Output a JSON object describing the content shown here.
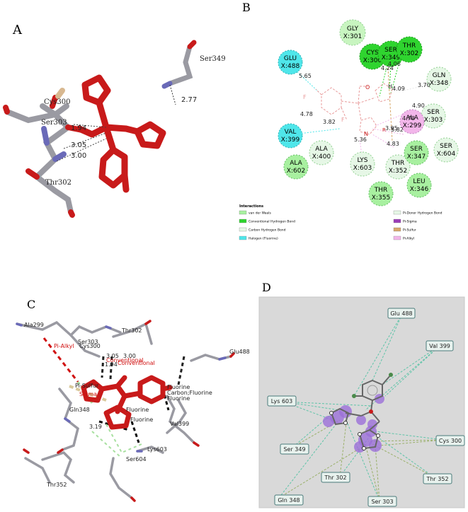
{
  "panels": {
    "a": {
      "letter": "A",
      "labels": {
        "ser349": "Ser349",
        "cys300": "Cys300",
        "ser303": "Ser303",
        "thr302": "Thr302"
      },
      "distances": [
        "2.77",
        "1.94",
        "3.05",
        "3.00"
      ]
    },
    "b": {
      "letter": "B",
      "residues": [
        {
          "name": "GLY",
          "num": "X:301",
          "type": "vdw"
        },
        {
          "name": "CYS",
          "num": "X:300",
          "type": "hbond"
        },
        {
          "name": "SER",
          "num": "X:349",
          "type": "hbond"
        },
        {
          "name": "THR",
          "num": "X:302",
          "type": "hbond"
        },
        {
          "name": "GLU",
          "num": "X:488",
          "type": "halogen"
        },
        {
          "name": "GLN",
          "num": "X:348",
          "type": "vdw"
        },
        {
          "name": "SER",
          "num": "X:303",
          "type": "vdw"
        },
        {
          "name": "VAL",
          "num": "X:399",
          "type": "halogen"
        },
        {
          "name": "ALA",
          "num": "X:400",
          "type": "vdw"
        },
        {
          "name": "ALA",
          "num": "X:602",
          "type": "hbond"
        },
        {
          "name": "LYS",
          "num": "X:603",
          "type": "vdw"
        },
        {
          "name": "THR",
          "num": "X:352",
          "type": "vdw"
        },
        {
          "name": "ALA",
          "num": "X:299",
          "type": "pialkyl"
        },
        {
          "name": "SER",
          "num": "X:347",
          "type": "hbond"
        },
        {
          "name": "SER",
          "num": "X:604",
          "type": "vdw"
        },
        {
          "name": "THR",
          "num": "X:355",
          "type": "hbond"
        },
        {
          "name": "LEU",
          "num": "X:346",
          "type": "hbond"
        }
      ],
      "distances": [
        "4.24",
        "4.06",
        "5.65",
        "4.09",
        "3.70",
        "4.90",
        "4.78",
        "3.82",
        "4.78",
        "3.95",
        "5.82",
        "5.36",
        "4.83"
      ],
      "atoms": {
        "o": "O",
        "h": "H",
        "f1": "F",
        "f2": "F",
        "n": "N",
        "r": "R"
      },
      "legend": {
        "title": "Interactions",
        "items": [
          {
            "label": "van der Waals",
            "color": "#a8f0a0"
          },
          {
            "label": "Conventional Hydrogen Bond",
            "color": "#2fd42f"
          },
          {
            "label": "Carbon Hydrogen Bond",
            "color": "#e6f7e6"
          },
          {
            "label": "Halogen (Fluorine)",
            "color": "#4fe6ea"
          },
          {
            "label": "Pi-Donor Hydrogen Bond",
            "color": "#e6f7e6"
          },
          {
            "label": "Pi-Sigma",
            "color": "#9b3fb8"
          },
          {
            "label": "Pi-Sulfur",
            "color": "#d7a86a"
          },
          {
            "label": "Pi-Alkyl",
            "color": "#f2b6ea"
          }
        ]
      }
    },
    "c": {
      "letter": "C",
      "labels": {
        "ala299": "Ala299",
        "pialkyl": "Pi-Alkyl",
        "ser303": "Ser303",
        "cys300": "Cys300",
        "thr302": "Thr302",
        "d305": "3.05",
        "d300": "3.00",
        "d194": "1.94",
        "conv1": "Conventional",
        "conv2": "Conventional",
        "glu488": "Glu488",
        "pisulfur": "Pi-Sulfur",
        "sigma": "Sigma",
        "gln348": "Gln348",
        "fluorine1": "Fluorine",
        "fluorine2": "Carbon;Fluorine",
        "fluorine3": "Fluorine",
        "fluorine4": "Fluorine",
        "fluorine5": "Fluorine",
        "d319": "3.19",
        "val399": "Val399",
        "lys603": "Lys603",
        "ser604": "Ser604",
        "thr352": "Thr352"
      }
    },
    "d": {
      "letter": "D",
      "labels": {
        "glu488": "Glu 488",
        "val399": "Val 399",
        "lys603": "Lys 603",
        "cys300": "Cys 300",
        "ser349": "Ser 349",
        "thr302": "Thr 302",
        "thr352": "Thr 352",
        "gln348": "Gln 348",
        "ser303": "Ser 303"
      }
    }
  }
}
